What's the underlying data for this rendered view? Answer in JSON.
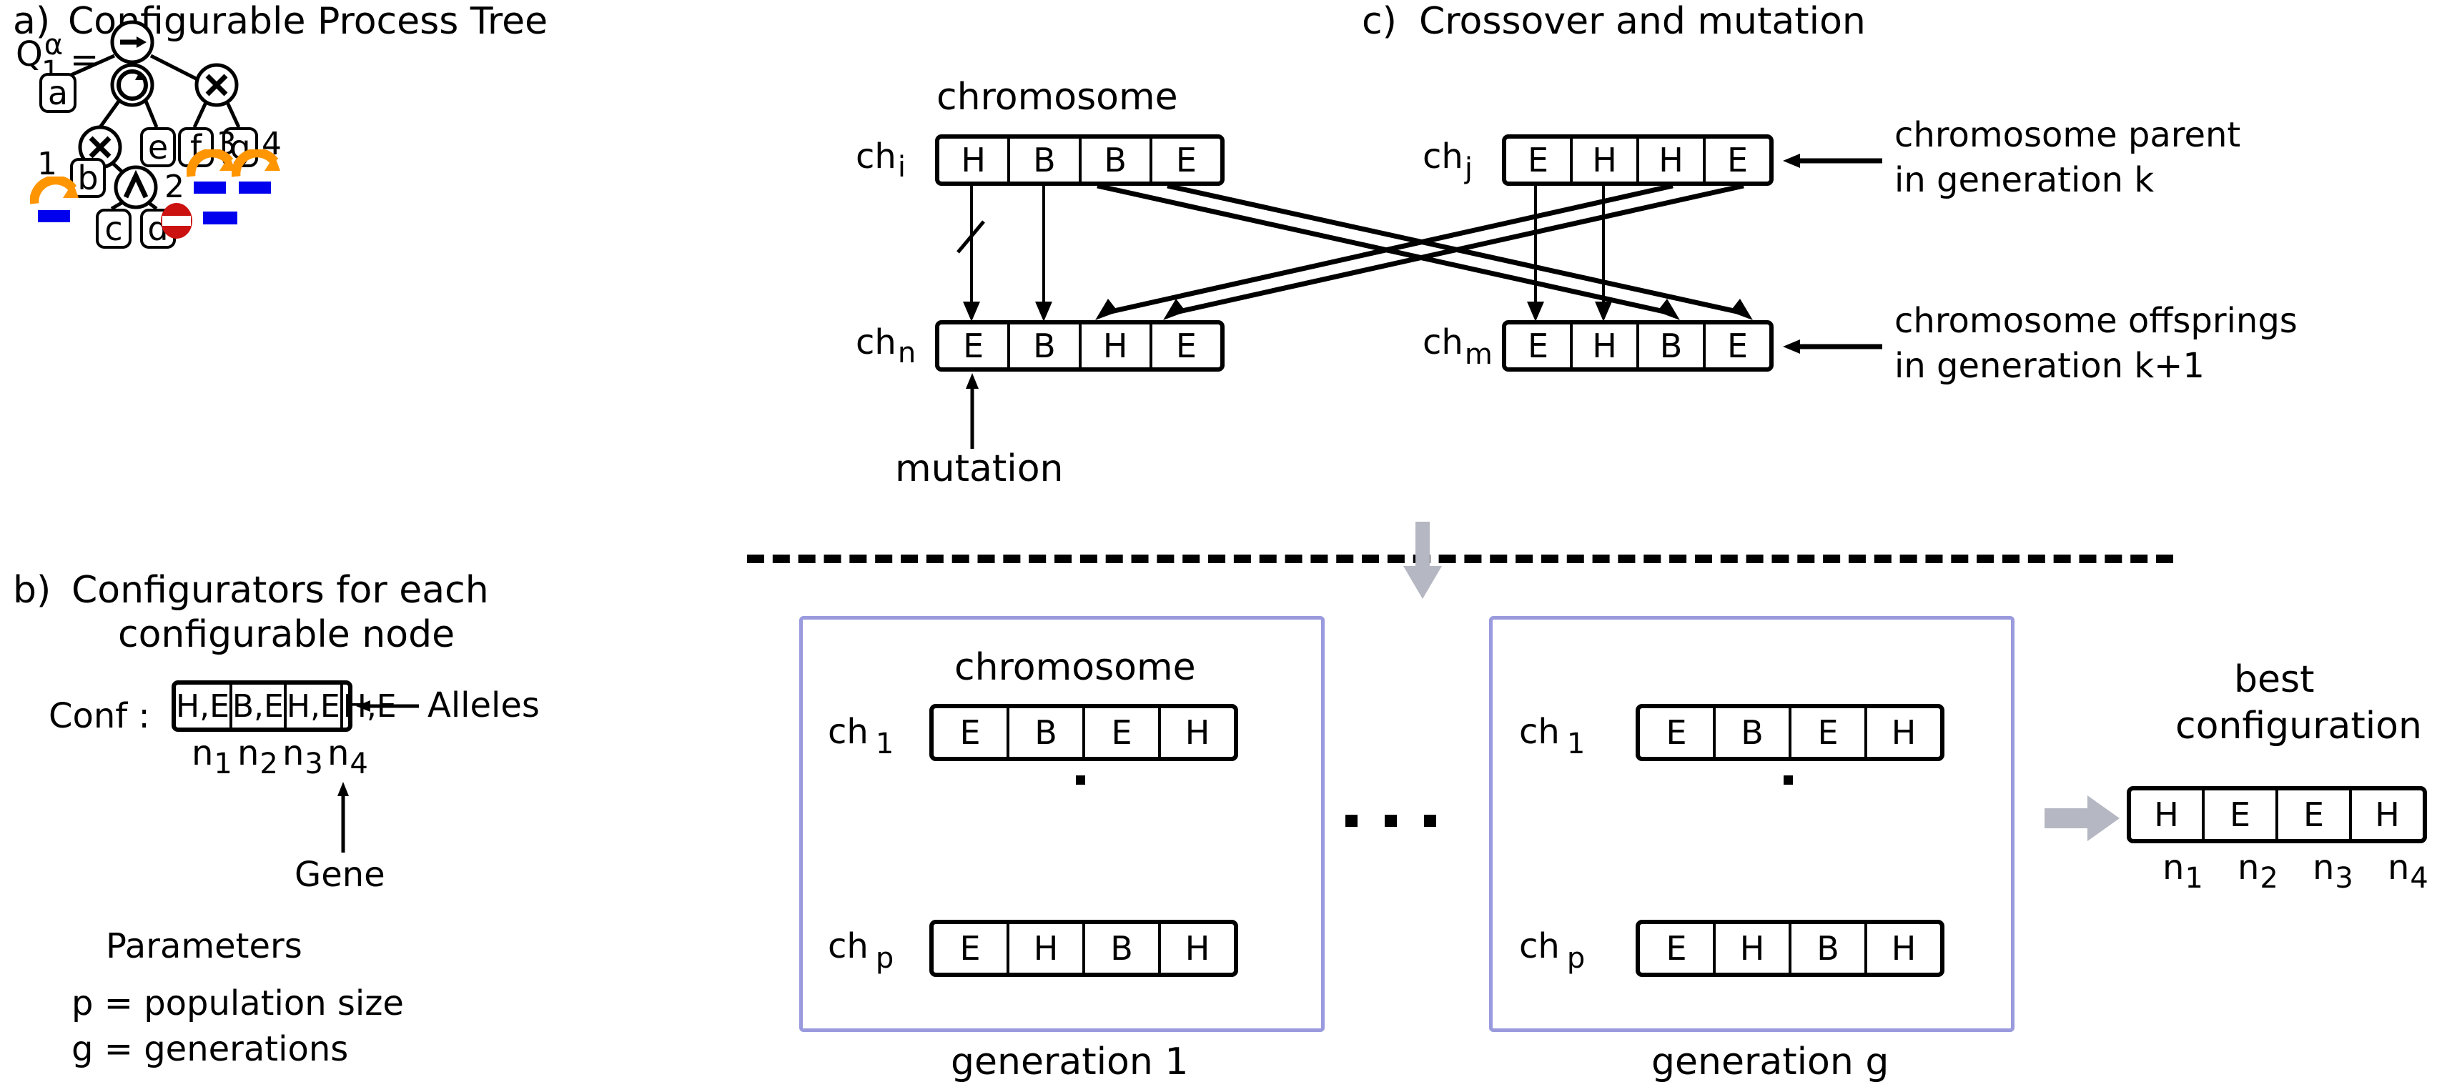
{
  "panels": {
    "a": {
      "tag": "a)",
      "title": "Configurable Process Tree",
      "formula_q": "Q",
      "formula_sub": "1",
      "formula_sup": "α",
      "formula_eq": "=",
      "nodes": {
        "root": "sequence-operator",
        "loop": "loop-operator",
        "xor_right": "xor-operator",
        "xor_left": "xor-operator",
        "and": "and-operator"
      },
      "leaves": [
        "a",
        "e",
        "f",
        "g",
        "b",
        "c",
        "d"
      ],
      "markers": [
        {
          "index": "1",
          "kind": "orange-arc-blue-bar"
        },
        {
          "index": "2",
          "kind": "red-noentry-blue-bar"
        },
        {
          "index": "3",
          "kind": "orange-arc-blue-bar"
        },
        {
          "index": "4",
          "kind": "orange-arc-blue-bar"
        }
      ]
    },
    "b": {
      "tag": "b)",
      "title_line1": "Configurators for each",
      "title_line2": "configurable node",
      "conf_label": "Conf :",
      "conf_cells": [
        "H,E",
        "B,E",
        "H,E",
        "H,E"
      ],
      "node_labels": [
        "n",
        "n",
        "n",
        "n"
      ],
      "node_subs": [
        "1",
        "2",
        "3",
        "4"
      ],
      "alleles_label": "Alleles",
      "gene_label": "Gene",
      "parameters_title": "Parameters",
      "parameters": [
        "p = population size",
        "g = generations"
      ]
    },
    "c": {
      "tag": "c)",
      "title": "Crossover and mutation",
      "chromosome_label": "chromosome",
      "parents": [
        {
          "name": "ch",
          "sub": "i",
          "cells": [
            "H",
            "B",
            "B",
            "E"
          ]
        },
        {
          "name": "ch",
          "sub": "j",
          "cells": [
            "E",
            "H",
            "H",
            "E"
          ]
        }
      ],
      "offsprings": [
        {
          "name": "ch",
          "sub": "n",
          "cells": [
            "E",
            "B",
            "H",
            "E"
          ]
        },
        {
          "name": "ch",
          "sub": "m",
          "cells": [
            "E",
            "H",
            "B",
            "E"
          ]
        }
      ],
      "parent_note_line1": "chromosome parent",
      "parent_note_line2": "in generation k",
      "offspring_note_line1": "chromosome offsprings",
      "offspring_note_line2": "in generation k+1",
      "mutation_label": "mutation"
    },
    "d": {
      "generations": [
        {
          "caption": "generation 1",
          "chromosome_label": "chromosome",
          "rows": [
            {
              "name": "ch",
              "sub": "1",
              "cells": [
                "E",
                "B",
                "E",
                "H"
              ]
            },
            {
              "name": "ch",
              "sub": "p",
              "cells": [
                "E",
                "H",
                "B",
                "H"
              ]
            }
          ]
        },
        {
          "caption": "generation g",
          "chromosome_label": "",
          "rows": [
            {
              "name": "ch",
              "sub": "1",
              "cells": [
                "E",
                "B",
                "E",
                "H"
              ]
            },
            {
              "name": "ch",
              "sub": "p",
              "cells": [
                "E",
                "H",
                "B",
                "H"
              ]
            }
          ]
        }
      ],
      "best": {
        "title_line1": "best",
        "title_line2": "configuration",
        "cells": [
          "H",
          "E",
          "E",
          "H"
        ],
        "node_labels": [
          "n",
          "n",
          "n",
          "n"
        ],
        "node_subs": [
          "1",
          "2",
          "3",
          "4"
        ]
      }
    }
  },
  "colors": {
    "orange": "#FF9500",
    "blue": "#0000EE",
    "red": "#CC1111",
    "panel_border": "#9a9ade",
    "gray_arrow": "#b5b8c2",
    "black": "#000000"
  }
}
